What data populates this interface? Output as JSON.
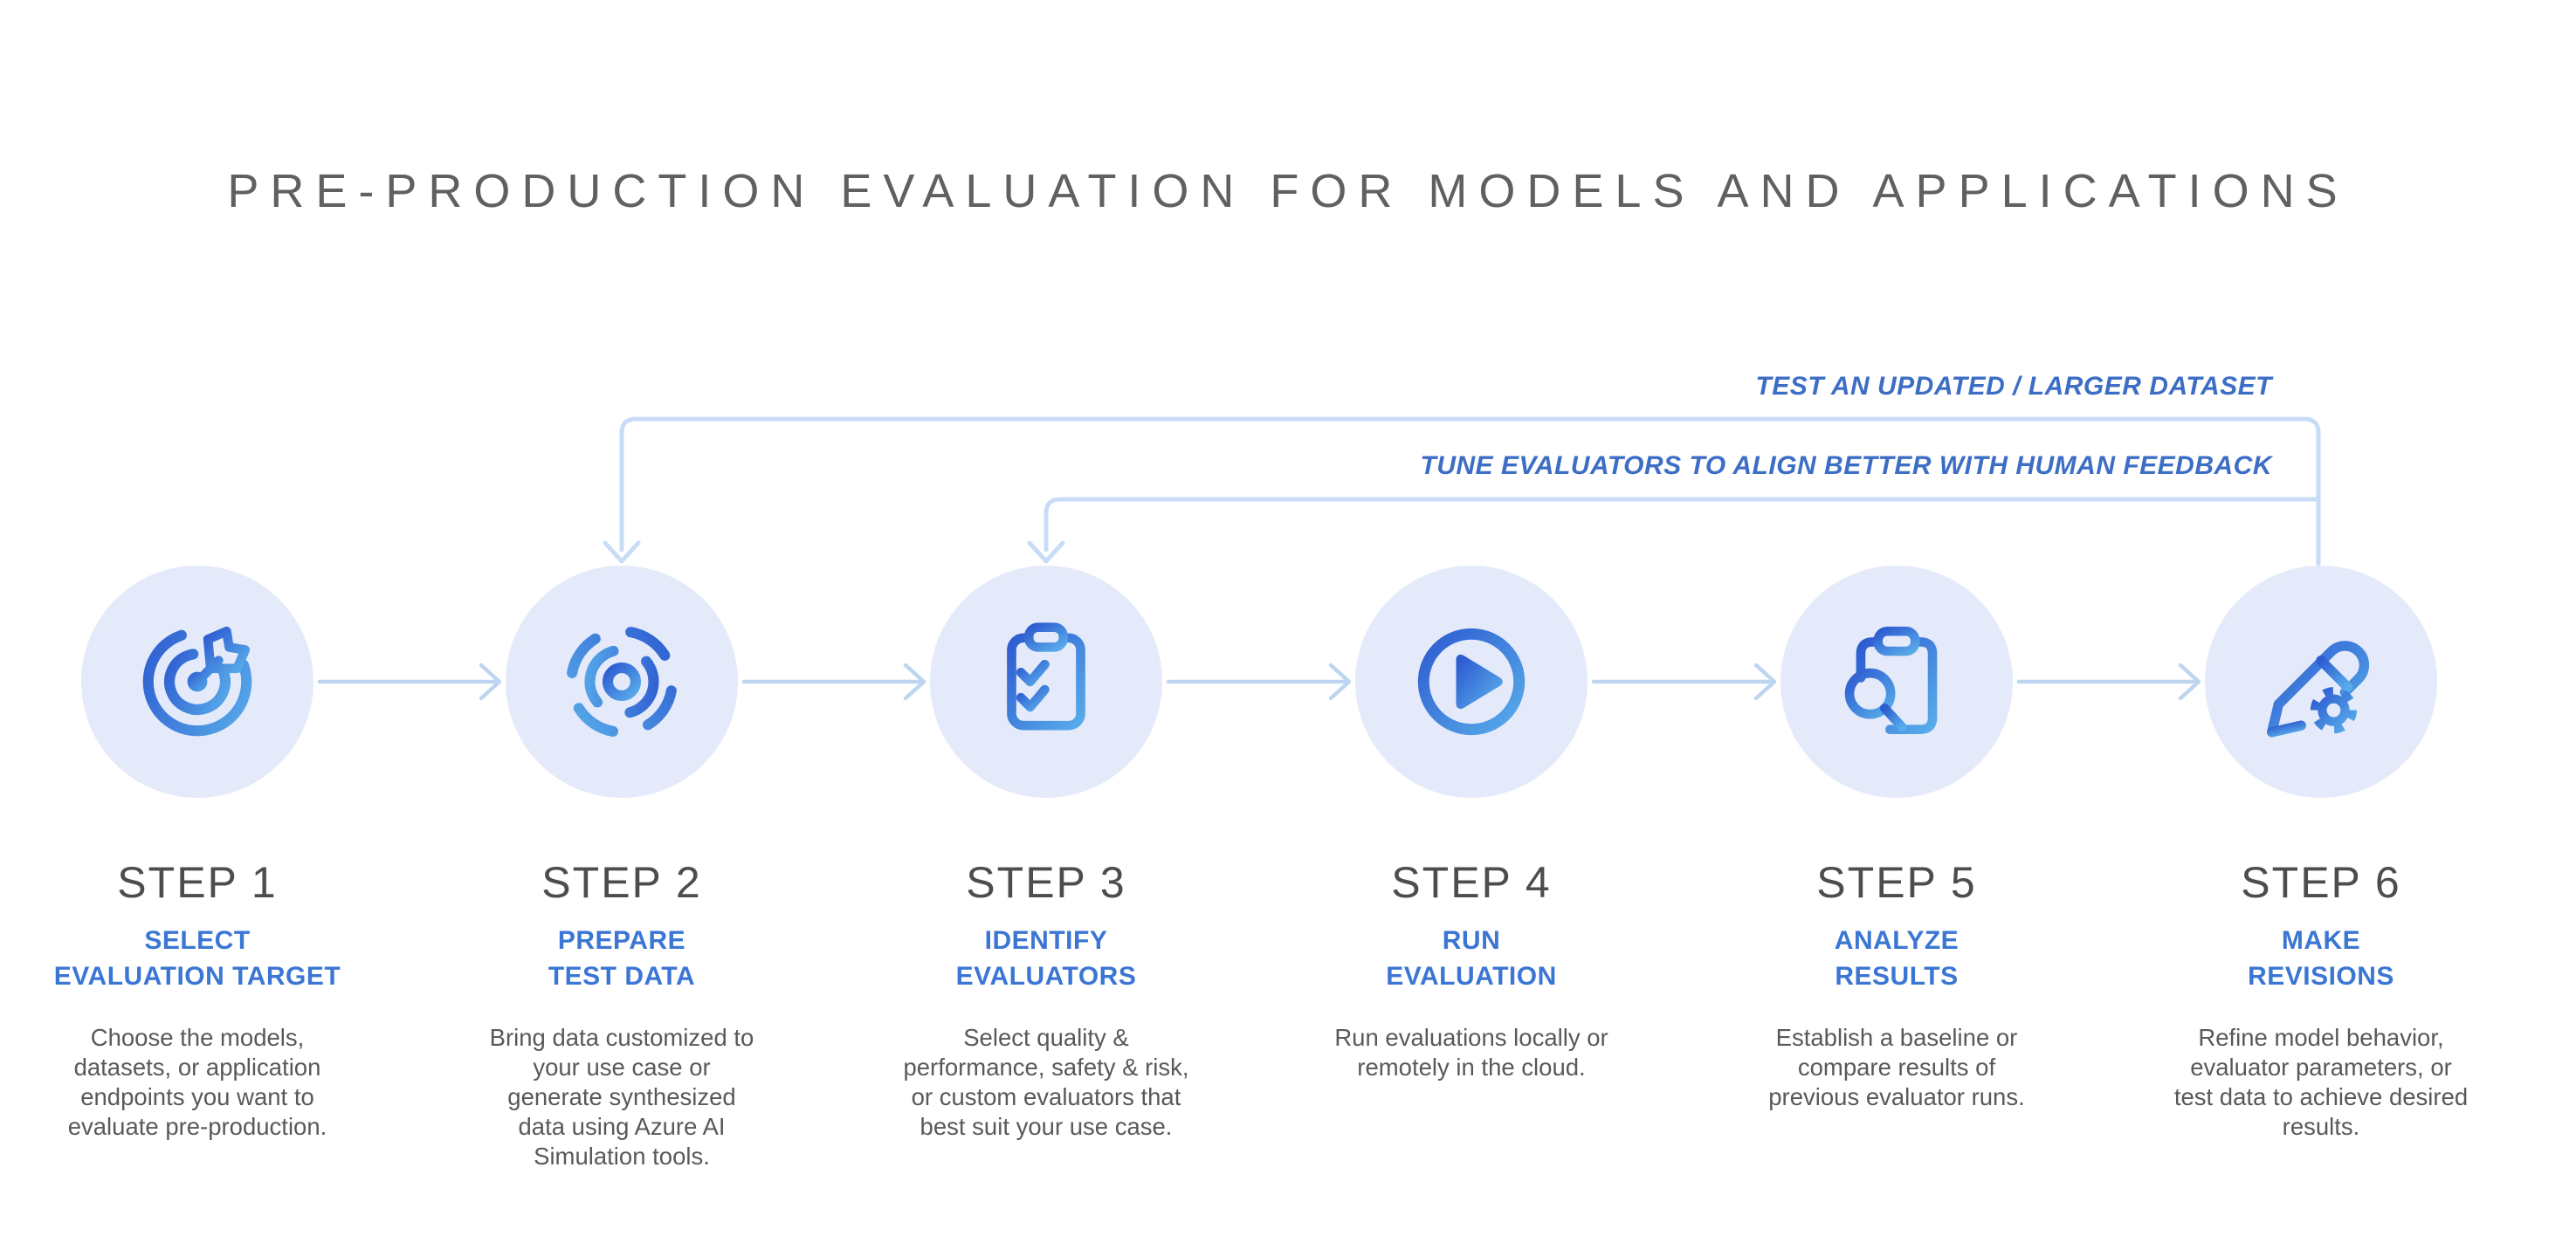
{
  "title": "PRE-PRODUCTION EVALUATION FOR MODELS AND APPLICATIONS",
  "feedback_loops": [
    {
      "label": "TEST AN UPDATED / LARGER DATASET",
      "points_to": "STEP 2"
    },
    {
      "label": "TUNE EVALUATORS TO ALIGN BETTER WITH HUMAN FEEDBACK",
      "points_to": "STEP 3"
    }
  ],
  "steps": [
    {
      "label": "STEP 1",
      "subtitle_line1": "SELECT",
      "subtitle_line2": "EVALUATION TARGET",
      "description": "Choose the models, datasets, or application endpoints you want to evaluate pre-production.",
      "icon": "target-icon"
    },
    {
      "label": "STEP 2",
      "subtitle_line1": "PREPARE",
      "subtitle_line2": "TEST DATA",
      "description": "Bring data customized to your use case or generate synthesized data using Azure AI Simulation tools.",
      "icon": "data-sonar-icon"
    },
    {
      "label": "STEP 3",
      "subtitle_line1": "IDENTIFY",
      "subtitle_line2": "EVALUATORS",
      "description": "Select quality & performance, safety & risk, or custom evaluators that best suit your use case.",
      "icon": "checklist-clipboard-icon"
    },
    {
      "label": "STEP 4",
      "subtitle_line1": "RUN",
      "subtitle_line2": "EVALUATION",
      "description": "Run evaluations locally or remotely in the cloud.",
      "icon": "play-circle-icon"
    },
    {
      "label": "STEP 5",
      "subtitle_line1": "ANALYZE",
      "subtitle_line2": "RESULTS",
      "description": "Establish a baseline or compare results of previous evaluator runs.",
      "icon": "search-clipboard-icon"
    },
    {
      "label": "STEP 6",
      "subtitle_line1": "MAKE",
      "subtitle_line2": "REVISIONS",
      "description": "Refine model behavior, evaluator parameters, or test data to achieve desired results.",
      "icon": "pencil-gear-icon"
    }
  ],
  "colors": {
    "title_gray": "#606060",
    "step_gray": "#4D4D4D",
    "subtitle_blue": "#3B76D4",
    "loop_label_blue": "#3D6EC5",
    "description_gray": "#595959",
    "circle_bg": "#E4EAFA",
    "icon_gradient_start": "#2D5BD0",
    "icon_gradient_end": "#58ACEA",
    "connector_blue": "#BED5F1",
    "feedback_line_blue": "#C9DCF7"
  }
}
